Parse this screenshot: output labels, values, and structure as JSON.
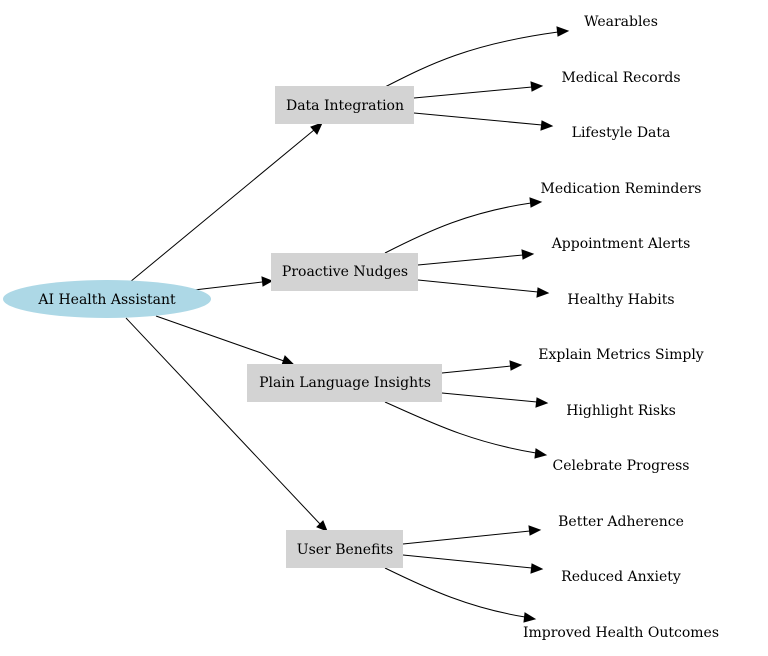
{
  "diagram": {
    "root": {
      "label": "AI Health Assistant",
      "fill": "#add8e6"
    },
    "box_fill": "#d3d3d3",
    "branches": [
      {
        "label": "Data Integration",
        "leaves": [
          "Wearables",
          "Medical Records",
          "Lifestyle Data"
        ]
      },
      {
        "label": "Proactive Nudges",
        "leaves": [
          "Medication Reminders",
          "Appointment Alerts",
          "Healthy Habits"
        ]
      },
      {
        "label": "Plain Language Insights",
        "leaves": [
          "Explain Metrics Simply",
          "Highlight Risks",
          "Celebrate Progress"
        ]
      },
      {
        "label": "User Benefits",
        "leaves": [
          "Better Adherence",
          "Reduced Anxiety",
          "Improved Health Outcomes"
        ]
      }
    ]
  }
}
